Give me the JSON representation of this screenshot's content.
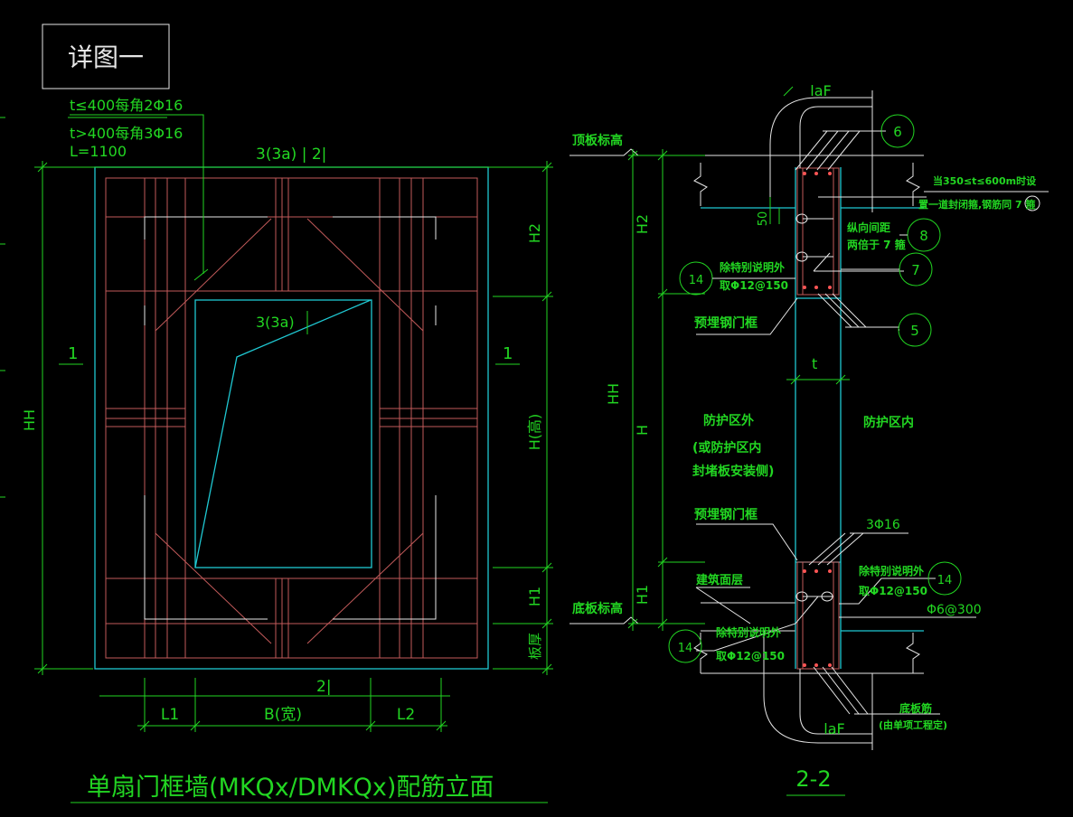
{
  "detail_box": {
    "title": "详图一"
  },
  "elevation": {
    "note_t_le_400": "t≤400每角2Φ16",
    "note_t_gt_400": "t>400每角3Φ16",
    "note_L": "L=1100",
    "top_rebar_label": "3(3a) | 2|",
    "inner_rebar_label": "3(3a)",
    "left_mark": "1",
    "right_mark": "1",
    "bottom_rebar_label": "2|",
    "dim_HH": "HH",
    "dim_H2": "H2",
    "dim_H": "H(高)",
    "dim_H1": "H1",
    "dim_slab": "板厚",
    "dim_L1": "L1",
    "dim_B": "B(宽)",
    "dim_L2": "L2",
    "caption": "单扇门框墙(MKQx/DMKQx)配筋立面"
  },
  "section": {
    "caption": "2-2",
    "top_slab_elev": "顶板标高",
    "bottom_slab_elev": "底板标高",
    "laF_top": "laF",
    "laF_bottom": "laF",
    "dim_50": "50",
    "note_350_600": "当350≤t≤600m时设",
    "note_seal_bar": "置一道封闭箍,钢筋同 7 箍",
    "note_spacing_1": "纵向间距",
    "note_spacing_2": "两倍于 7 箍",
    "note_default_1": "除特别说明外",
    "note_default_2": "取Φ12@150",
    "embed_frame_1": "预埋钢门框",
    "embed_frame_2": "预埋钢门框",
    "dim_t": "t",
    "outside_1": "防护区外",
    "outside_2": "(或防护区内",
    "outside_3": "封堵板安装侧)",
    "inside": "防护区内",
    "rebar_3phi16": "3Φ16",
    "finish_layer": "建筑面层",
    "note_default_3": "除特别说明外",
    "note_default_4": "取Φ12@150",
    "note_default_5": "除特别说明外",
    "note_default_6": "取Φ12@150",
    "phi6_300": "Φ6@300",
    "bottom_slab_rebar_1": "底板筋",
    "bottom_slab_rebar_2": "(由单项工程定)",
    "dim_H2": "H2",
    "dim_HH": "HH",
    "dim_H": "H",
    "dim_H1": "H1",
    "callout_6": "6",
    "callout_8": "8",
    "callout_7": "7",
    "callout_14a": "14",
    "callout_5": "5",
    "callout_14b": "14",
    "callout_14c": "14"
  }
}
